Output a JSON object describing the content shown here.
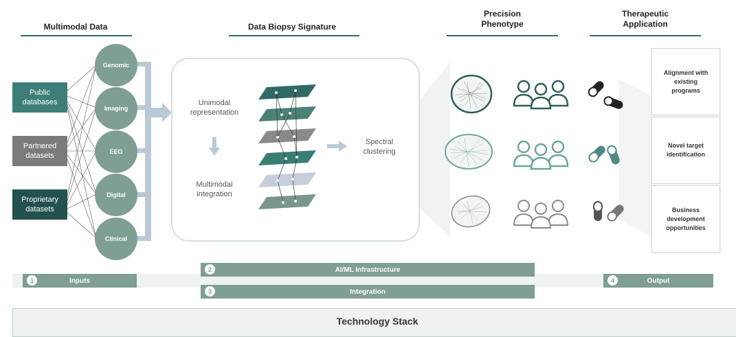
{
  "headers": {
    "multimodal_data": "Multimodal Data",
    "data_biopsy": "Data Biopsy Signature",
    "precision_l1": "Precision",
    "precision_l2": "Phenotype",
    "therapeutic_l1": "Therapeutic",
    "therapeutic_l2": "Application"
  },
  "sources": [
    {
      "line1": "Public",
      "line2": "databases",
      "color": "#3d7f78"
    },
    {
      "line1": "Partnered",
      "line2": "datasets",
      "color": "#7b7b7b"
    },
    {
      "line1": "Proprietary",
      "line2": "datasets",
      "color": "#23514d"
    }
  ],
  "modalities": [
    "Genomic",
    "Imaging",
    "EEG",
    "Digital",
    "Clinical"
  ],
  "biopsy": {
    "unimodal_l1": "Unimodal",
    "unimodal_l2": "representation",
    "multimodal_l1": "Multimodal",
    "multimodal_l2": "integration",
    "spectral_l1": "Spectral",
    "spectral_l2": "clustering"
  },
  "applications": [
    {
      "line1": "Alignment with",
      "line2": "existing",
      "line3": "programs"
    },
    {
      "line1": "Novel target",
      "line2": "identification",
      "line3": ""
    },
    {
      "line1": "Business",
      "line2": "development",
      "line3": "opportunities"
    }
  ],
  "bars": {
    "inputs": {
      "num": "1",
      "label": "Inputs"
    },
    "ai_ml": {
      "num": "2",
      "label": "AI/ML Infrastructure"
    },
    "integration": {
      "num": "3",
      "label": "Integration"
    },
    "output": {
      "num": "4",
      "label": "Output"
    }
  },
  "footer": {
    "title": "Technology Stack"
  },
  "colors": {
    "teal": "#7f9e94",
    "dark_teal": "#23514d",
    "accent": "#3d7f78",
    "grey": "#7b7b7b"
  }
}
